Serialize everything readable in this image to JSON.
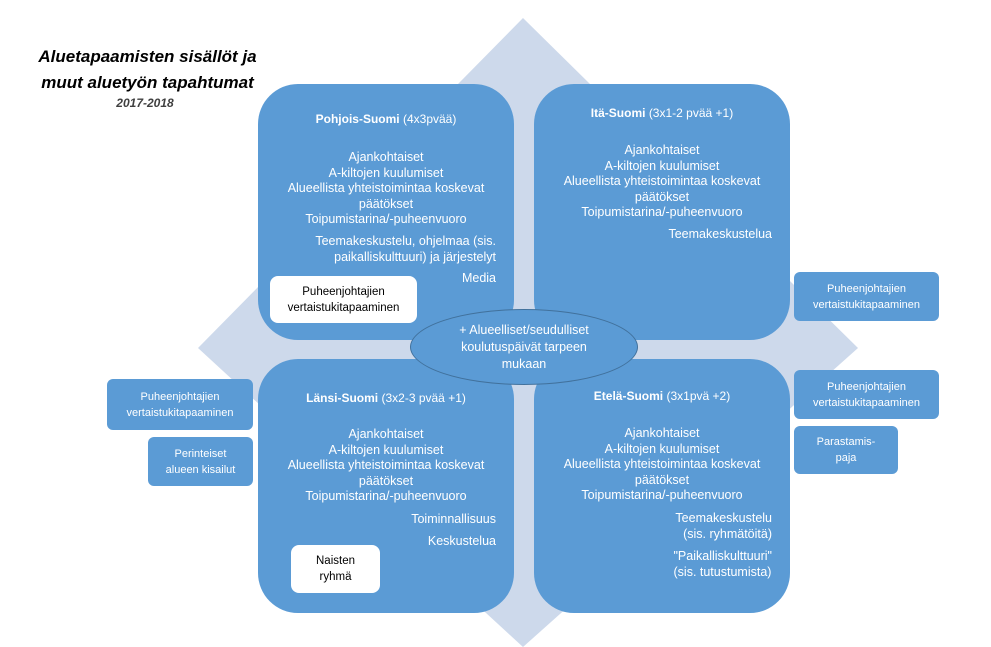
{
  "title": {
    "line1": "Aluetapaamisten sisällöt ja",
    "line2": "muut aluetyön tapahtumat",
    "year": "2017-2018"
  },
  "colors": {
    "quadrant": "#5b9bd5",
    "diamond": "#cdd9eb",
    "ellipse_border": "#41719c"
  },
  "quadrants": {
    "pohjois": {
      "name": "Pohjois-Suomi",
      "detail": "(4x3pvää)",
      "items": [
        "Ajankohtaiset",
        "A-kiltojen kuulumiset",
        "Alueellista yhteistoimintaa koskevat",
        "päätökset",
        "Toipumistarina/-puheenvuoro"
      ],
      "extra1": [
        "Teemakeskustelu, ohjelmaa (sis.",
        "paikalliskulttuuri) ja järjestelyt"
      ],
      "extra2": "Media",
      "box": [
        "Puheenjohtajien",
        "vertaistukitapaaminen"
      ]
    },
    "ita": {
      "name": "Itä-Suomi",
      "detail": "(3x1-2 pvää +1)",
      "items": [
        "Ajankohtaiset",
        "A-kiltojen kuulumiset",
        "Alueellista yhteistoimintaa koskevat",
        "päätökset",
        "Toipumistarina/-puheenvuoro"
      ],
      "extra1": "Teemakeskustelua"
    },
    "lansi": {
      "name": "Länsi-Suomi",
      "detail": "(3x2-3 pvää +1)",
      "items": [
        "Ajankohtaiset",
        "A-kiltojen kuulumiset",
        "Alueellista yhteistoimintaa koskevat",
        "päätökset",
        "Toipumistarina/-puheenvuoro"
      ],
      "extra1": "Toiminnallisuus",
      "extra2": "Keskustelua",
      "box": [
        "Naisten",
        "ryhmä"
      ]
    },
    "etela": {
      "name": "Etelä-Suomi",
      "detail": "(3x1pvä +2)",
      "items": [
        "Ajankohtaiset",
        "A-kiltojen kuulumiset",
        "Alueellista yhteistoimintaa koskevat",
        "päätökset",
        "Toipumistarina/-puheenvuoro"
      ],
      "extra1": [
        "Teemakeskustelu",
        "(sis. ryhmätöitä)"
      ],
      "extra2": [
        "\"Paikalliskulttuuri\"",
        "(sis. tutustumista)"
      ]
    }
  },
  "center": [
    "+ Alueelliset/seudulliset",
    "koulutuspäivät tarpeen",
    "mukaan"
  ],
  "side_boxes": {
    "ita_pj": [
      "Puheenjohtajien",
      "vertaistukitapaaminen"
    ],
    "etela_pj": [
      "Puheenjohtajien",
      "vertaistukitapaaminen"
    ],
    "etela_paja": [
      "Parastamis-",
      "paja"
    ],
    "lansi_pj": [
      "Puheenjohtajien",
      "vertaistukitapaaminen"
    ],
    "lansi_kisat": [
      "Perinteiset",
      "alueen kisailut"
    ]
  }
}
